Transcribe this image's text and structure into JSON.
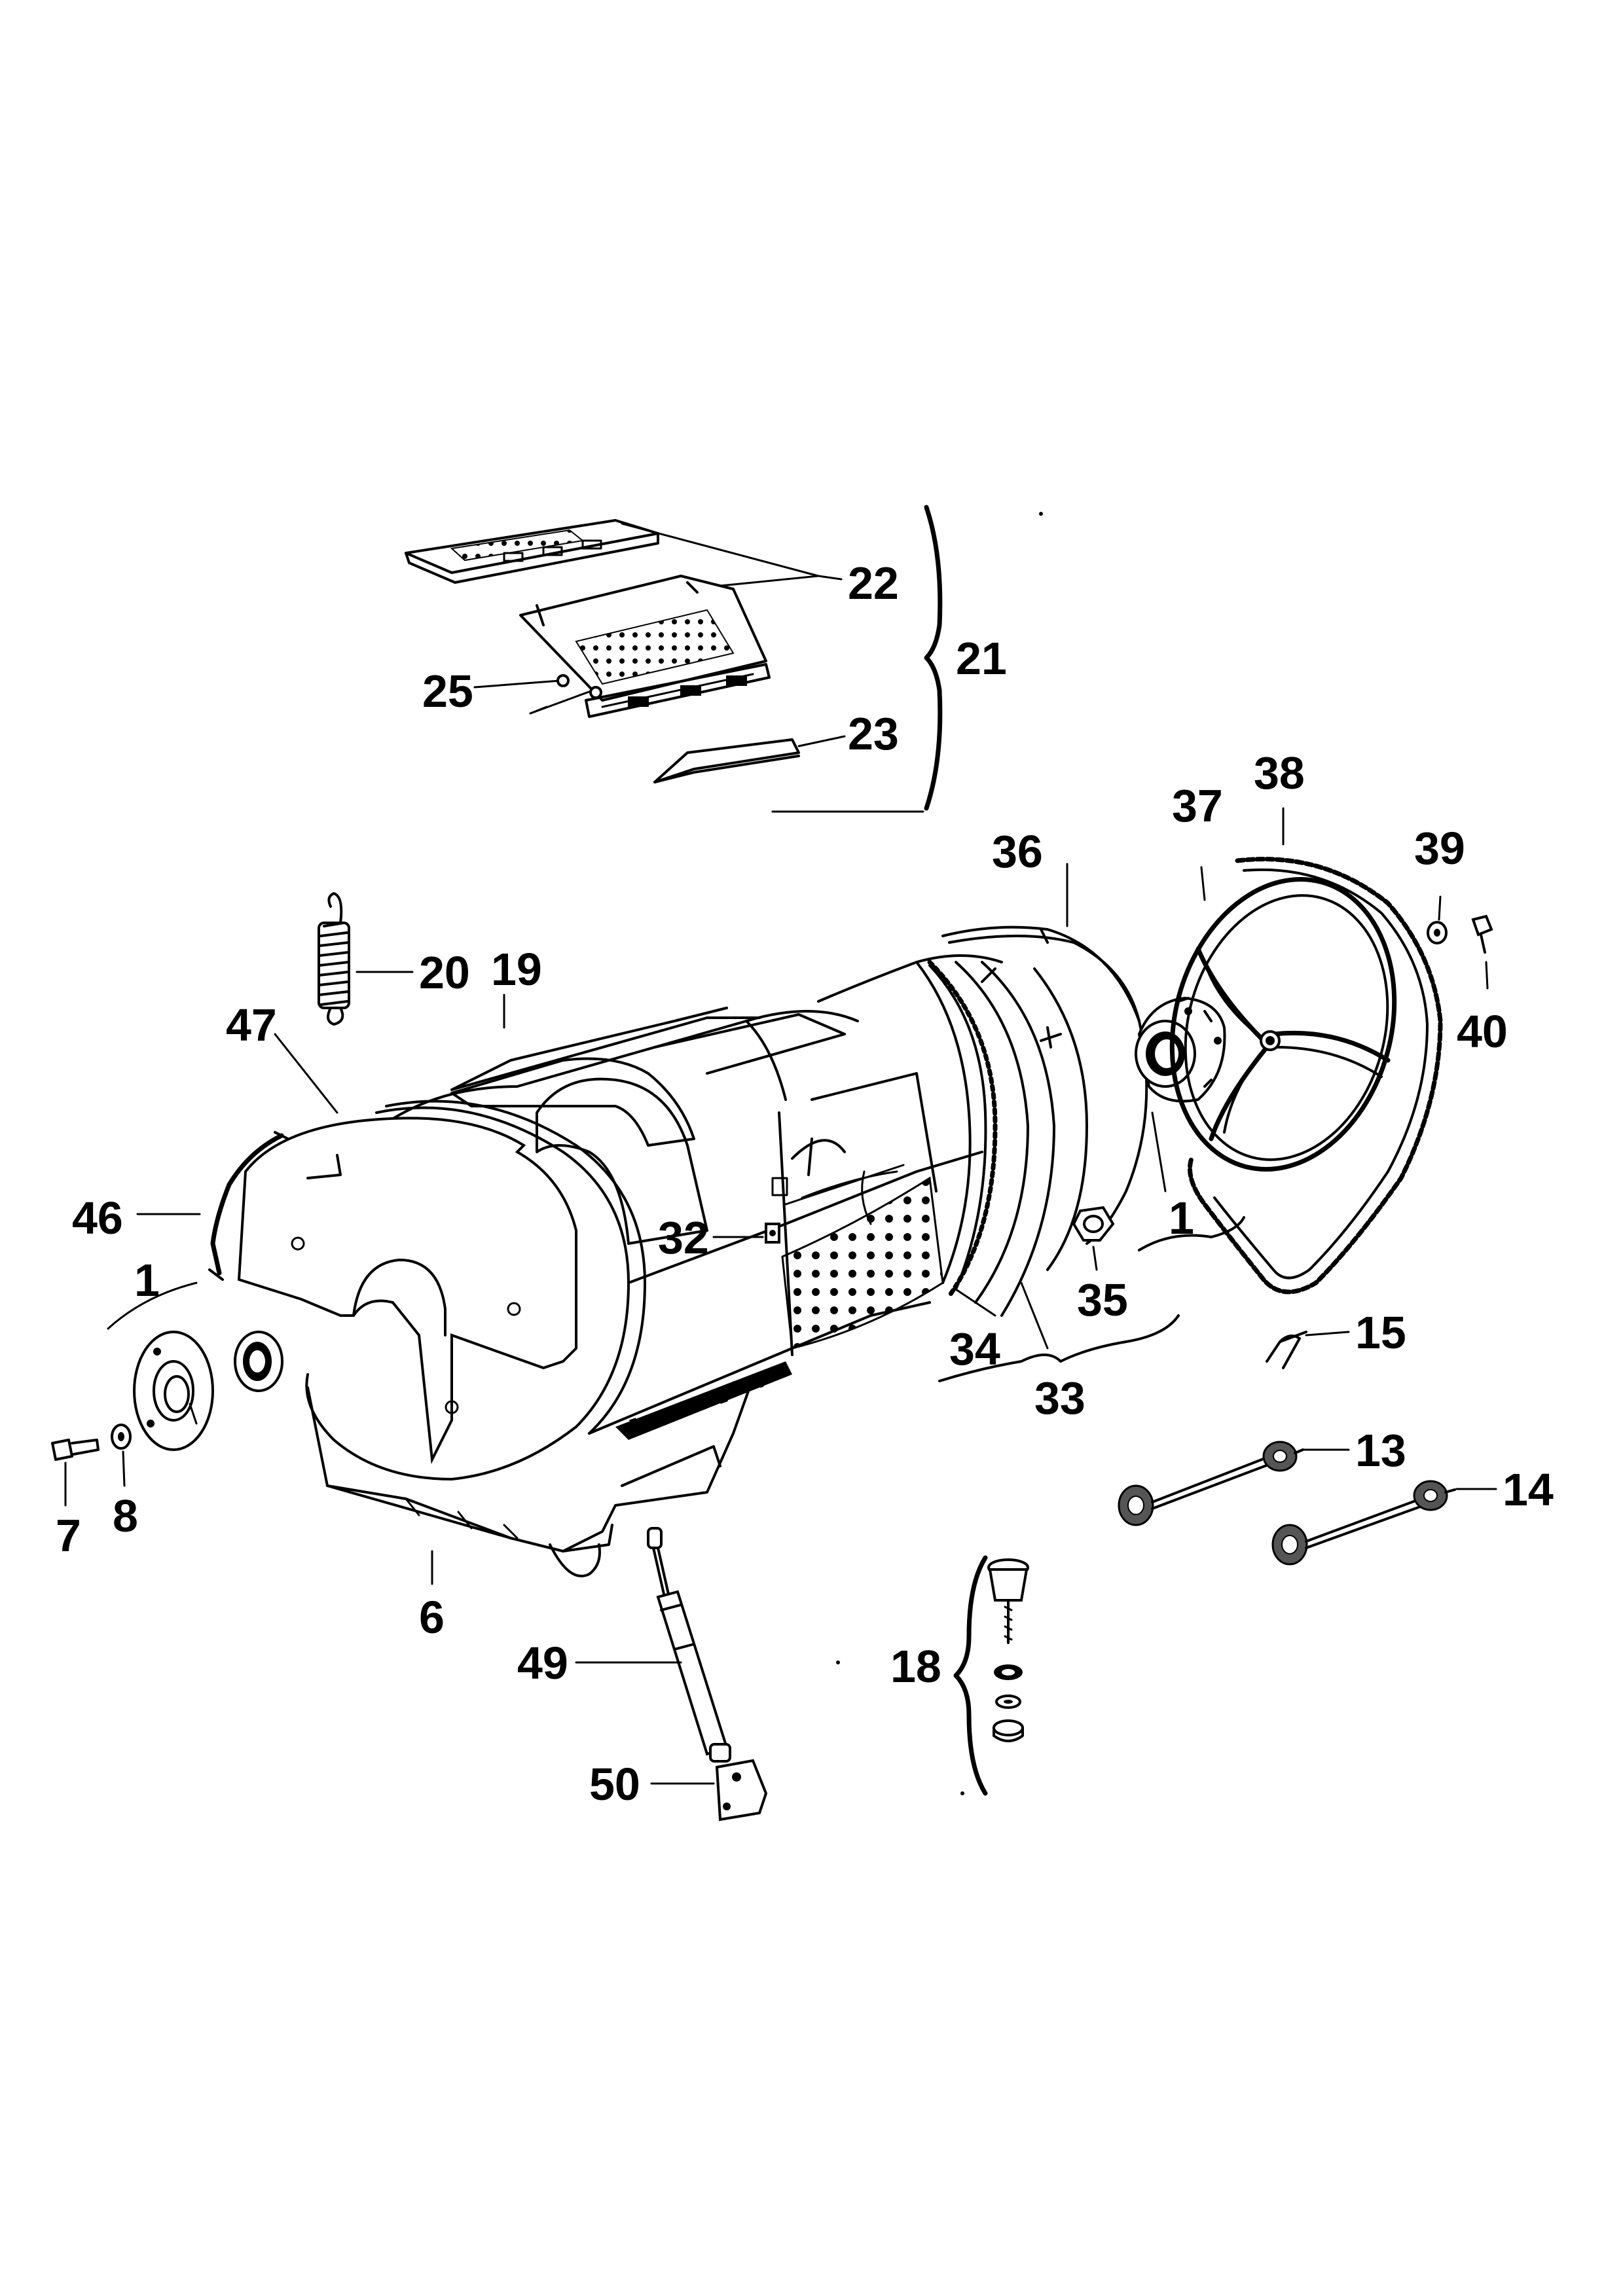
{
  "diagram": {
    "labels": {
      "p1a": "1",
      "p1b": "1",
      "p6": "6",
      "p7": "7",
      "p8": "8",
      "p13": "13",
      "p14": "14",
      "p15": "15",
      "p18": "18",
      "p19": "19",
      "p20": "20",
      "p21": "21",
      "p22": "22",
      "p23": "23",
      "p25": "25",
      "p32": "32",
      "p33": "33",
      "p34": "34",
      "p35": "35",
      "p36": "36",
      "p37": "37",
      "p38": "38",
      "p39": "39",
      "p40": "40",
      "p46": "46",
      "p47": "47",
      "p49": "49",
      "p50": "50"
    }
  }
}
